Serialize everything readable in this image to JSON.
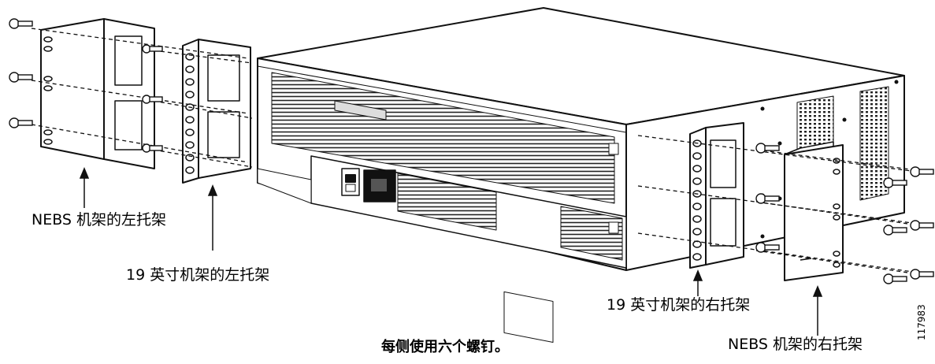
{
  "labels": {
    "nebs_left": "NEBS 机架的左托架",
    "rack19_left": "19 英寸机架的左托架",
    "rack19_right": "19 英寸机架的右托架",
    "nebs_right": "NEBS 机架的右托架"
  },
  "caption": "每侧使用六个螺钉。",
  "figure_id": "117983"
}
